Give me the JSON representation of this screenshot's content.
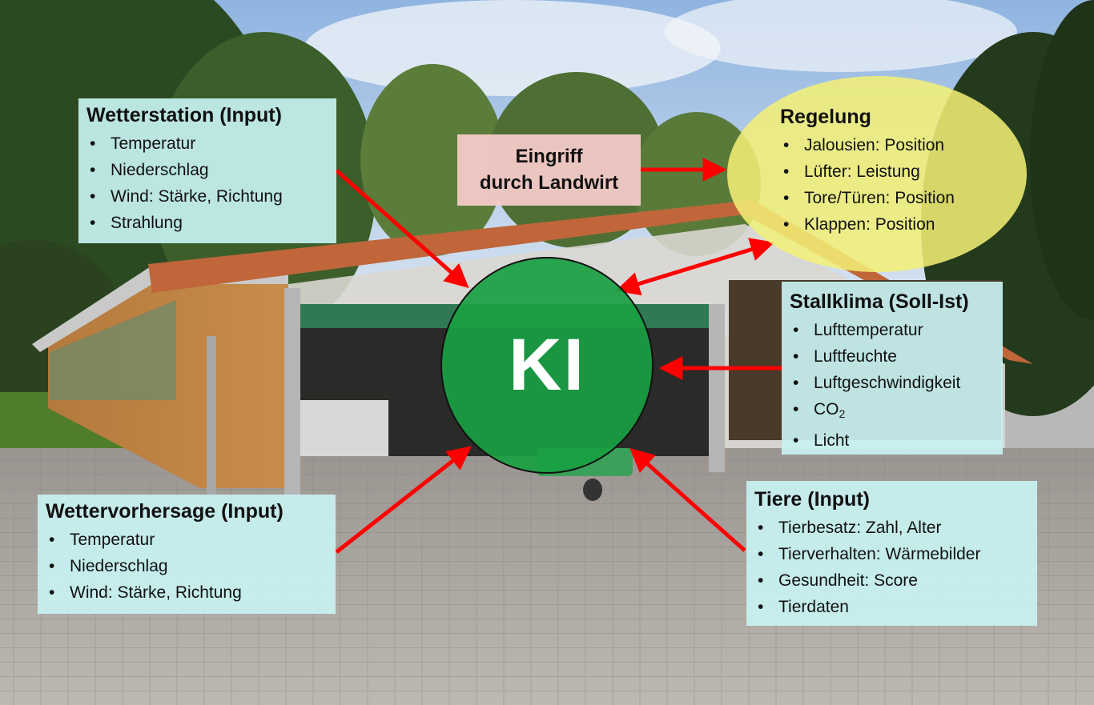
{
  "ki": {
    "label": "KI",
    "color": "#19a042"
  },
  "wetterstation": {
    "title": "Wetterstation (Input)",
    "items": [
      "Temperatur",
      "Niederschlag",
      "Wind: Stärke, Richtung",
      "Strahlung"
    ]
  },
  "eingriff": {
    "line1": "Eingriff",
    "line2": "durch Landwirt"
  },
  "regelung": {
    "title": "Regelung",
    "items": [
      "Jalousien: Position",
      "Lüfter: Leistung",
      "Tore/Türen: Position",
      "Klappen: Position"
    ]
  },
  "stallklima": {
    "title": "Stallklima (Soll-Ist)",
    "items": [
      "Lufttemperatur",
      "Luftfeuchte",
      "Luftgeschwindigkeit",
      "CO",
      "Licht"
    ],
    "co2_subscript": "2"
  },
  "wettervorhersage": {
    "title": "Wettervorhersage (Input)",
    "items": [
      "Temperatur",
      "Niederschlag",
      "Wind: Stärke, Richtung"
    ]
  },
  "tiere": {
    "title": "Tiere (Input)",
    "items": [
      "Tierbesatz: Zahl, Alter",
      "Tierverhalten: Wärmebilder",
      "Gesundheit: Score",
      "Tierdaten"
    ]
  },
  "colors": {
    "input_box": "#c8f2f2",
    "regelung_ellipse": "#f3f076",
    "eingriff_box": "#f8cccc",
    "arrow": "#ff0000"
  }
}
